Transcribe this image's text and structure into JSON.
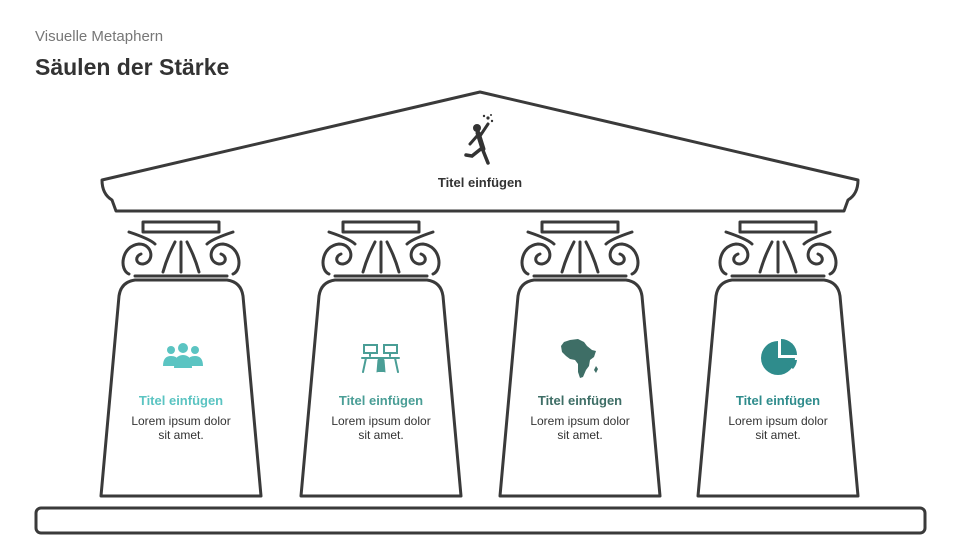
{
  "header": {
    "subtitle": "Visuelle Metaphern",
    "title": "Säulen der Stärke"
  },
  "roof": {
    "label": "Titel einfügen",
    "icon": "jumping-person-icon"
  },
  "pillars": [
    {
      "title": "Titel einfügen",
      "body": "Lorem ipsum dolor sit amet.",
      "icon": "people-group-icon",
      "color": "#5BC4C2"
    },
    {
      "title": "Titel einfügen",
      "body": "Lorem ipsum dolor sit amet.",
      "icon": "meeting-room-icon",
      "color": "#4A9E96"
    },
    {
      "title": "Titel einfügen",
      "body": "Lorem ipsum dolor sit amet.",
      "icon": "africa-map-icon",
      "color": "#3E6E66"
    },
    {
      "title": "Titel einfügen",
      "body": "Lorem ipsum dolor sit amet.",
      "icon": "pie-chart-icon",
      "color": "#2F8C8C"
    }
  ],
  "colors": {
    "outline": "#3a3a3a",
    "text": "#333333",
    "subtitle": "#777777"
  }
}
